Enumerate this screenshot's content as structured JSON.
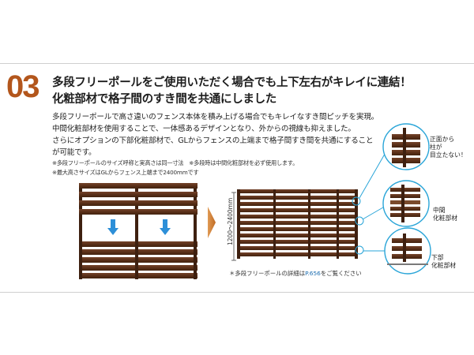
{
  "section": {
    "number": "03"
  },
  "headline": {
    "line1": "多段フリーポールをご使用いただく場合でも上下左右がキレイに連結！",
    "line2": "化粧部材で格子間のすき間を共通にしました"
  },
  "body": {
    "lines": [
      "多段フリーポールで高さ違いのフェンス本体を積み上げる場合でもキレイなすき間ピッチを実現。",
      "中間化粧部材を使用することで、一体感あるデザインとなり、外からの視線も抑えました。",
      "さらにオプションの下部化粧部材で、GLからフェンスの上端まで格子間すき間を共通にすること",
      "が可能です。"
    ]
  },
  "notes": {
    "line1": "※多段フリーポールのサイズ呼称と実高さは同一寸法　※多段時は中間化粧部材を必ず使用します。",
    "line2": "※最大高さサイズはGLからフェンス上端まで2400mmです"
  },
  "figure": {
    "height_range_label": "1200～2400mm",
    "detail_note_prefix": "＊多段フリーポールの詳細は",
    "detail_note_page": "P.656",
    "detail_note_suffix": "をご覧ください"
  },
  "callouts": {
    "front": {
      "line1": "正面から",
      "line2": "柱が",
      "line3": "目立たない！"
    },
    "middle": {
      "line1": "中間",
      "line2": "化粧部材"
    },
    "bottom": {
      "line1": "下部",
      "line2": "化粧部材"
    }
  },
  "colors": {
    "accent_orange": "#b3561c",
    "wood_dark": "#4e2a17",
    "wood_light": "#6e3e22",
    "callout_blue": "#2aa5d8",
    "arrow_blue": "#2d8fd8"
  }
}
